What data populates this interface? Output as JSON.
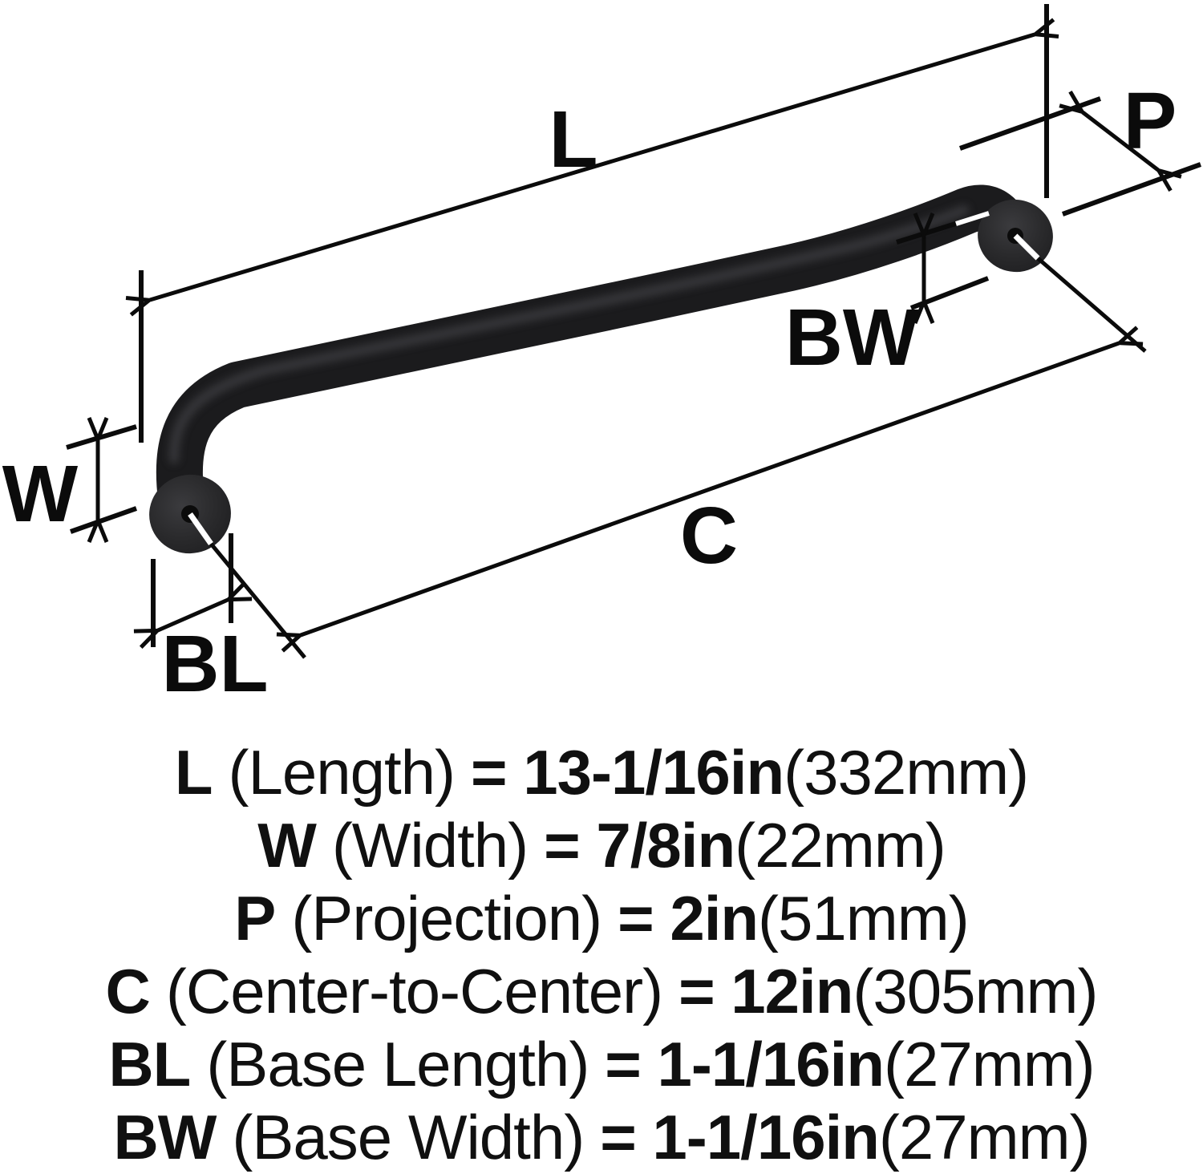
{
  "diagram": {
    "dim_labels": {
      "l": "L",
      "w": "W",
      "p": "P",
      "c": "C",
      "bl": "BL",
      "bw": "BW"
    },
    "colors": {
      "line": "#0b0b0b",
      "handle": "#1b1b1d",
      "base": "#2a2a2c",
      "background": "#ffffff"
    }
  },
  "specs": [
    {
      "abbr": "L",
      "name": "(Length)",
      "value": "= 13-1/16in",
      "metric": "(332mm)"
    },
    {
      "abbr": "W",
      "name": "(Width)",
      "value": "= 7/8in",
      "metric": "(22mm)"
    },
    {
      "abbr": "P",
      "name": "(Projection)",
      "value": "= 2in",
      "metric": "(51mm)"
    },
    {
      "abbr": "C",
      "name": "(Center-to-Center)",
      "value": "= 12in",
      "metric": "(305mm)"
    },
    {
      "abbr": "BL",
      "name": "(Base Length)",
      "value": "= 1-1/16in",
      "metric": "(27mm)"
    },
    {
      "abbr": "BW",
      "name": "(Base Width)",
      "value": "= 1-1/16in",
      "metric": "(27mm)"
    }
  ]
}
